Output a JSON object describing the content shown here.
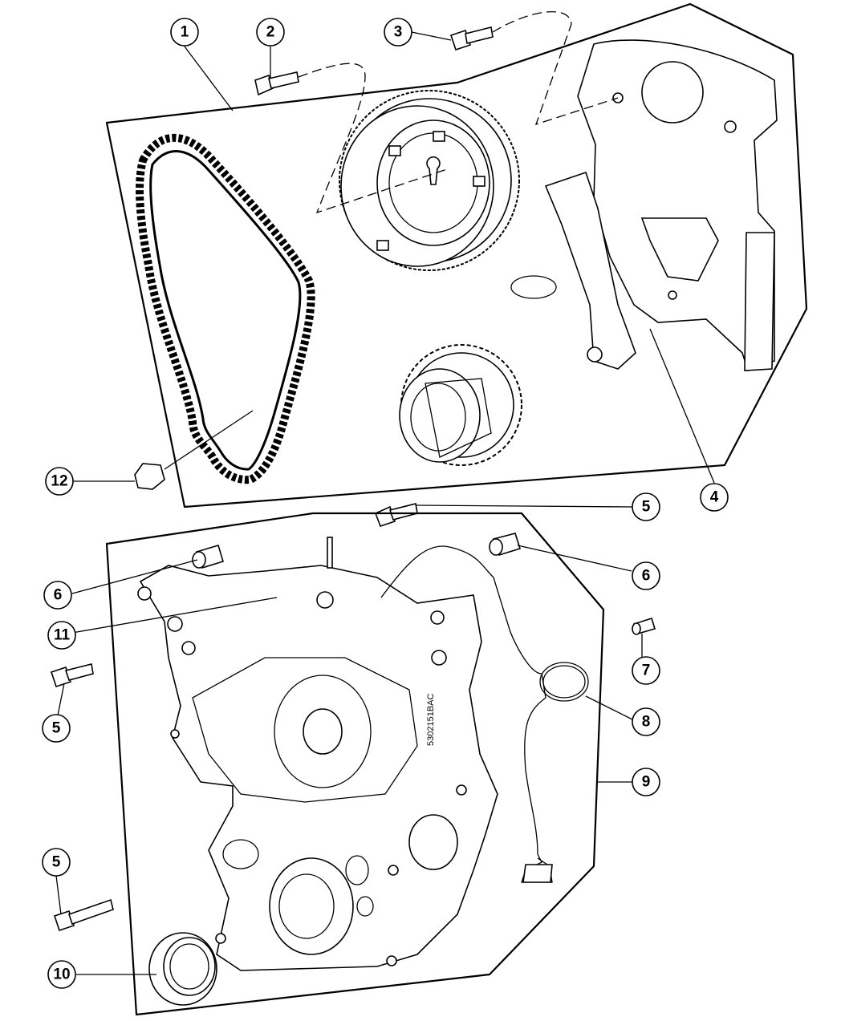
{
  "callouts": [
    {
      "id": "c1",
      "label": "1"
    },
    {
      "id": "c2",
      "label": "2"
    },
    {
      "id": "c3",
      "label": "3"
    },
    {
      "id": "c4",
      "label": "4"
    },
    {
      "id": "c5a",
      "label": "5"
    },
    {
      "id": "c5b",
      "label": "5"
    },
    {
      "id": "c5c",
      "label": "5"
    },
    {
      "id": "c6a",
      "label": "6"
    },
    {
      "id": "c6b",
      "label": "6"
    },
    {
      "id": "c7",
      "label": "7"
    },
    {
      "id": "c8",
      "label": "8"
    },
    {
      "id": "c9",
      "label": "9"
    },
    {
      "id": "c10",
      "label": "10"
    },
    {
      "id": "c11",
      "label": "11"
    },
    {
      "id": "c12",
      "label": "12"
    }
  ],
  "cover_part_number": "5302151BAC"
}
